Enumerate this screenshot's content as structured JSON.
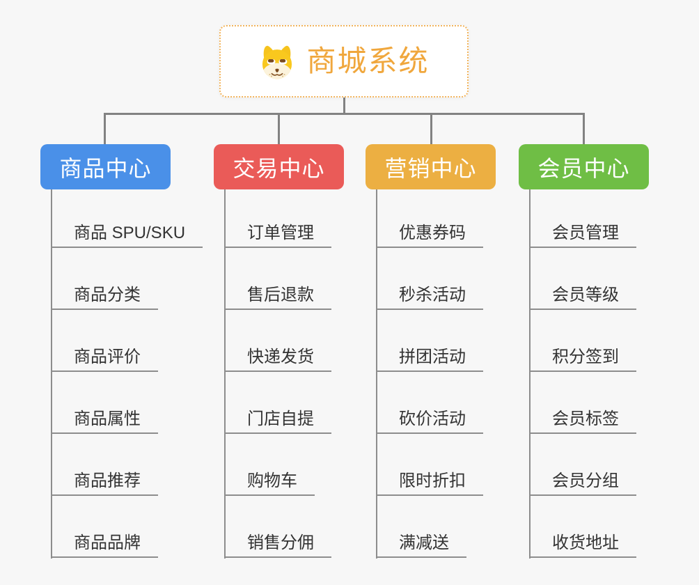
{
  "app": {
    "background_color": "#f7f7f7",
    "connector_color": "#828282",
    "leaf_text_color": "#333333"
  },
  "root": {
    "title": "商城系统",
    "title_color": "#f0a73d",
    "border_color": "#f2b45c",
    "icon": "dog-face-icon"
  },
  "branches": [
    {
      "label": "商品中心",
      "color": "#4a90e8",
      "items": [
        "商品 SPU/SKU",
        "商品分类",
        "商品评价",
        "商品属性",
        "商品推荐",
        "商品品牌"
      ]
    },
    {
      "label": "交易中心",
      "color": "#ea5b58",
      "items": [
        "订单管理",
        "售后退款",
        "快递发货",
        "门店自提",
        "购物车",
        "销售分佣"
      ]
    },
    {
      "label": "营销中心",
      "color": "#ecaf42",
      "items": [
        "优惠券码",
        "秒杀活动",
        "拼团活动",
        "砍价活动",
        "限时折扣",
        "满减送"
      ]
    },
    {
      "label": "会员中心",
      "color": "#6fbe45",
      "items": [
        "会员管理",
        "会员等级",
        "积分签到",
        "会员标签",
        "会员分组",
        "收货地址"
      ]
    }
  ]
}
